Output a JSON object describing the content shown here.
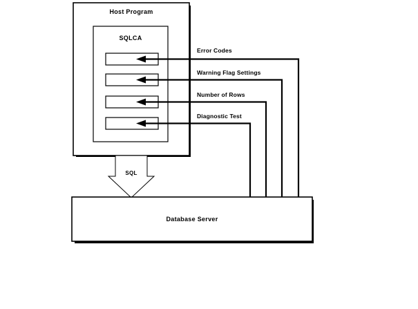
{
  "diagram": {
    "title": "SQLCA Host Program to Database Server",
    "background_color": "#ffffff",
    "line_color": "#000000",
    "host_program": {
      "label": "Host Program"
    },
    "sqlca": {
      "label": "SQLCA",
      "fields": [
        {
          "name": "error-codes-field"
        },
        {
          "name": "warning-flag-settings-field"
        },
        {
          "name": "number-of-rows-field"
        },
        {
          "name": "diagnostic-test-field"
        }
      ]
    },
    "connector_labels": [
      {
        "label": "Error Codes"
      },
      {
        "label": "Warning Flag Settings"
      },
      {
        "label": "Number of Rows"
      },
      {
        "label": "Diagnostic Test"
      }
    ],
    "sql_arrow": {
      "label": "SQL"
    },
    "database_server": {
      "label": "Database Server"
    }
  }
}
